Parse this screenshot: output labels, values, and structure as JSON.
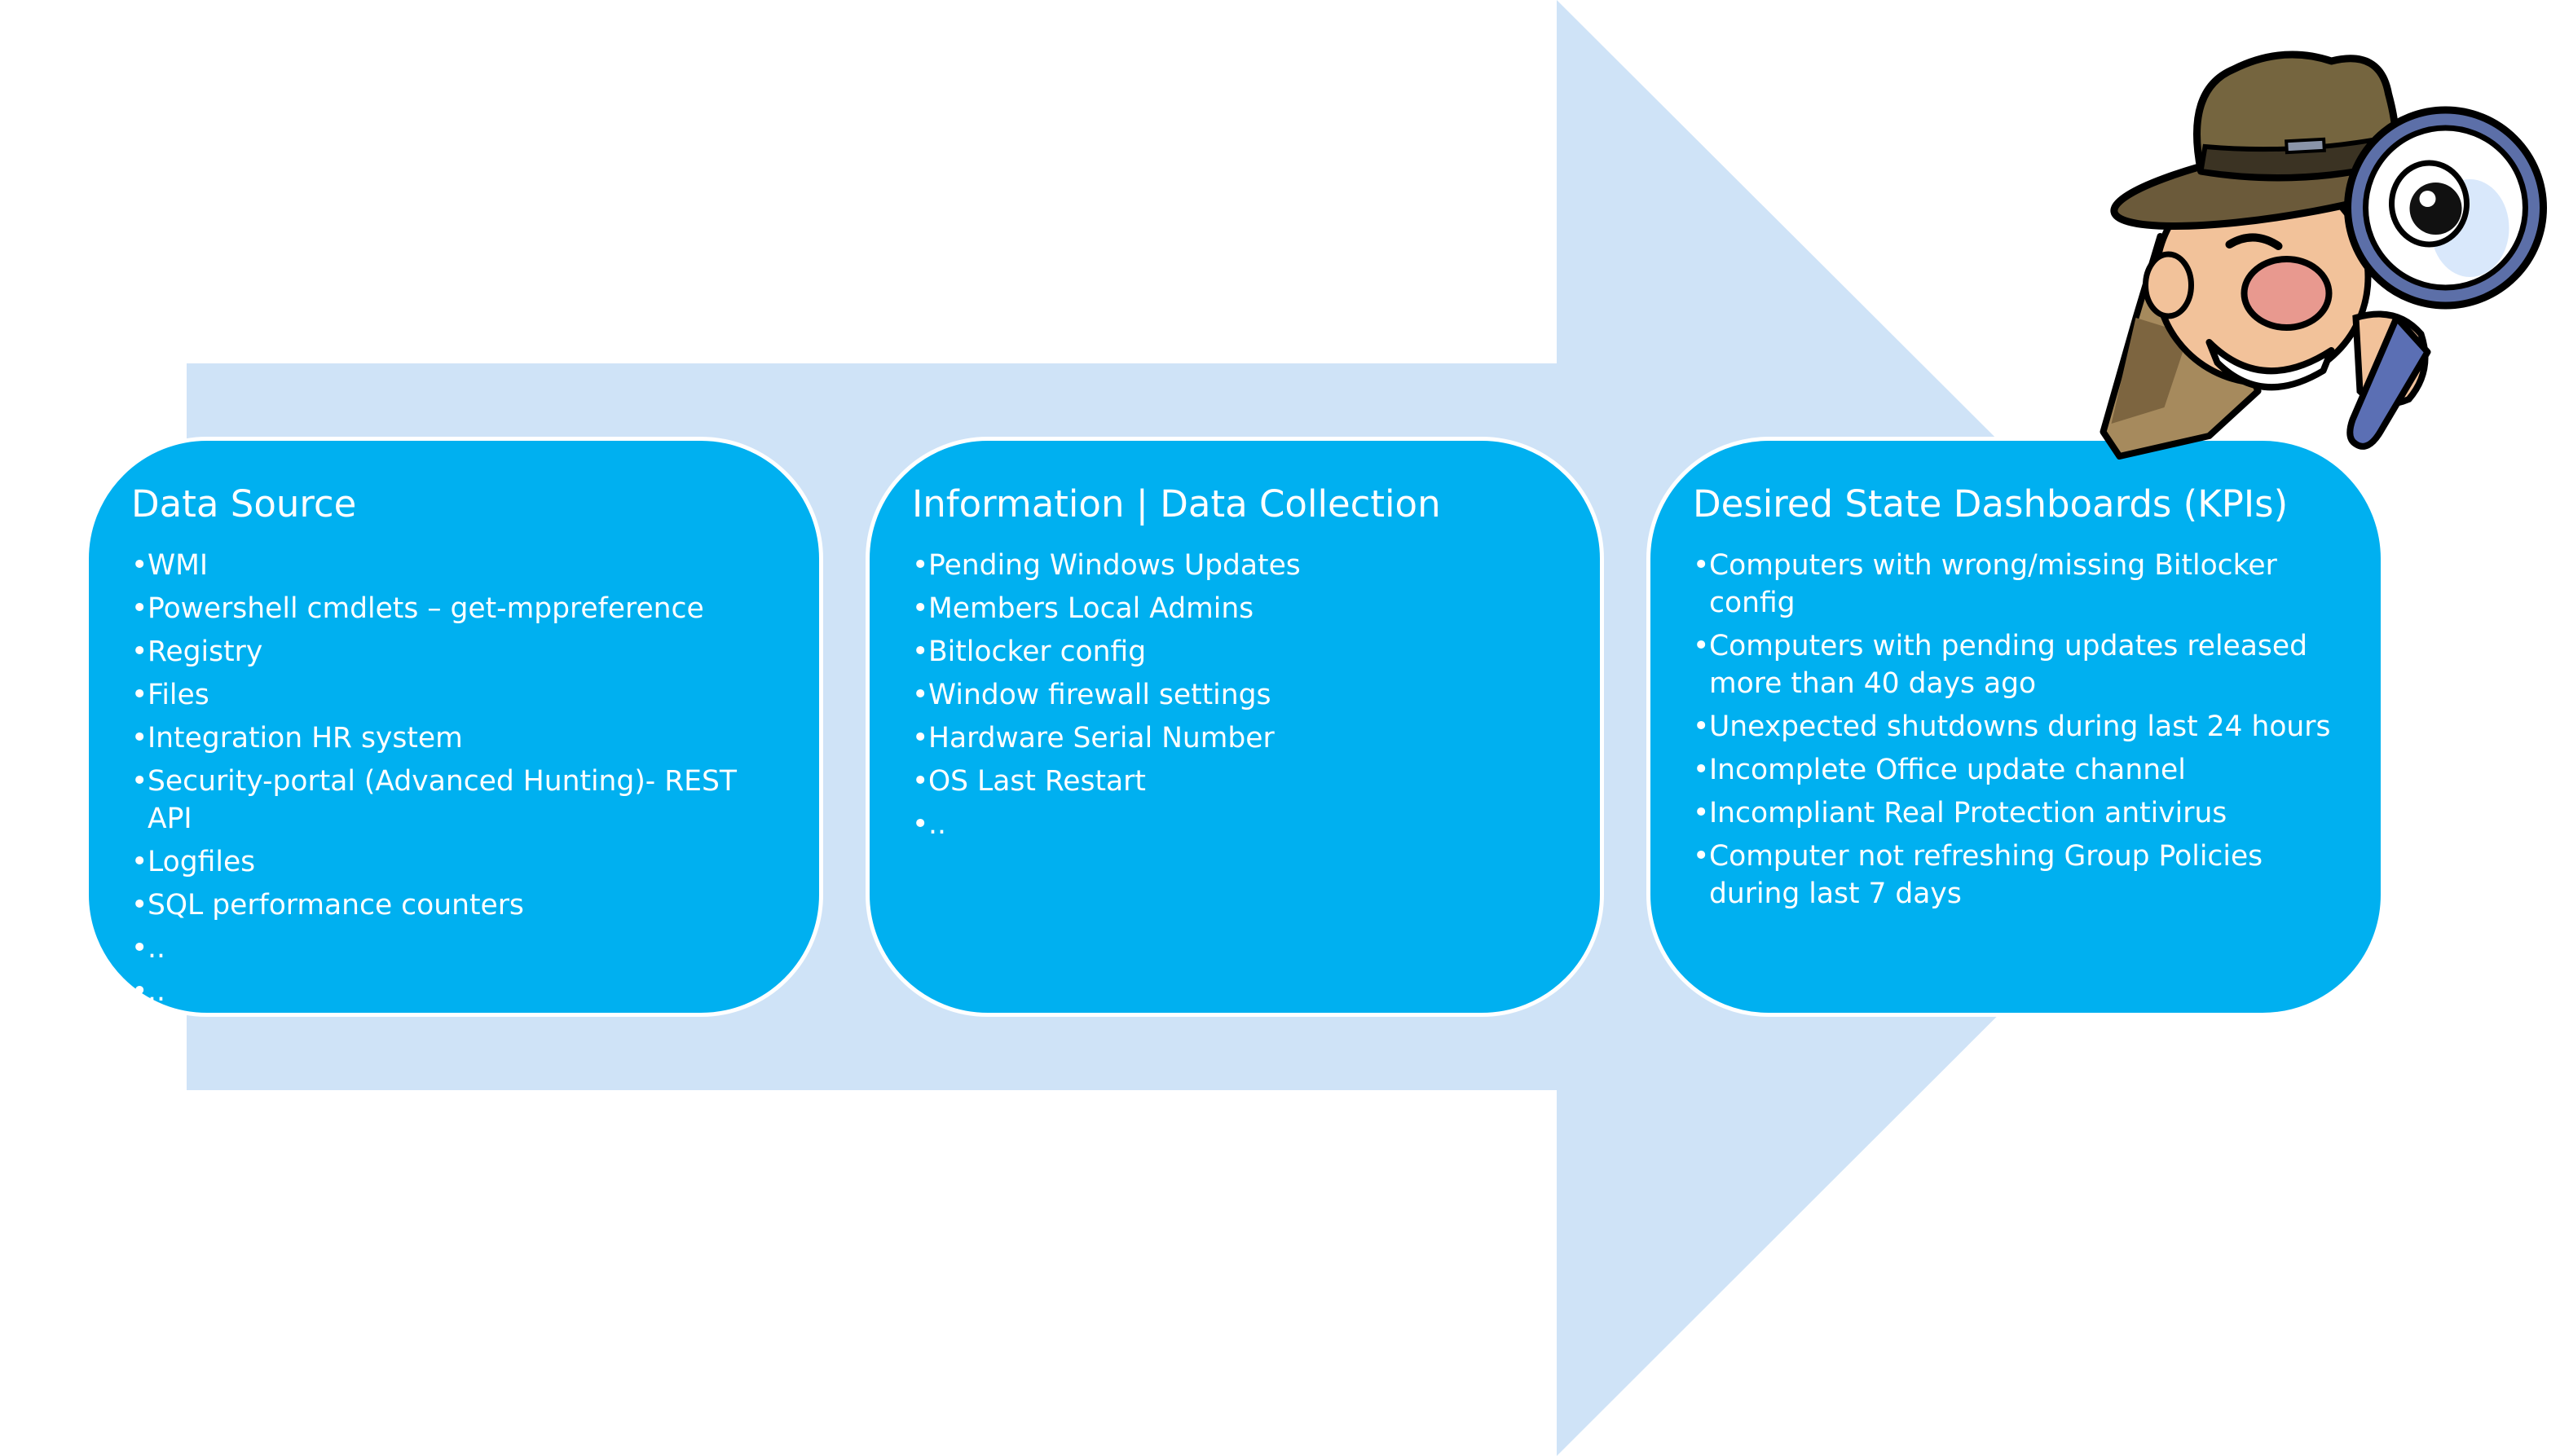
{
  "colors": {
    "arrow": "#cfe3f7",
    "box_fill": "#00b0f0",
    "box_border": "#ffffff",
    "text": "#ffffff"
  },
  "bullet": "•",
  "stages": [
    {
      "title": "Data Source",
      "items": [
        "WMI",
        "Powershell cmdlets – get-mppreference",
        "Registry",
        "Files",
        "Integration HR system",
        "Security-portal (Advanced Hunting)- REST API",
        "Logfiles",
        "SQL performance counters",
        "..",
        ".."
      ]
    },
    {
      "title": "Information | Data Collection",
      "items": [
        "Pending Windows Updates",
        "Members Local Admins",
        "Bitlocker config",
        "Window firewall settings",
        "Hardware Serial Number",
        "OS Last Restart",
        ".."
      ]
    },
    {
      "title": "Desired State Dashboards (KPIs)",
      "items": [
        "Computers with wrong/missing Bitlocker config",
        "Computers with pending updates released more than 40 days ago",
        "Unexpected shutdowns during last 24 hours",
        "Incomplete Office update channel",
        "Incompliant Real Protection antivirus",
        "Computer not refreshing Group Policies during last 7 days"
      ]
    }
  ],
  "illustration": {
    "icon": "detective-magnifying-glass-icon"
  }
}
